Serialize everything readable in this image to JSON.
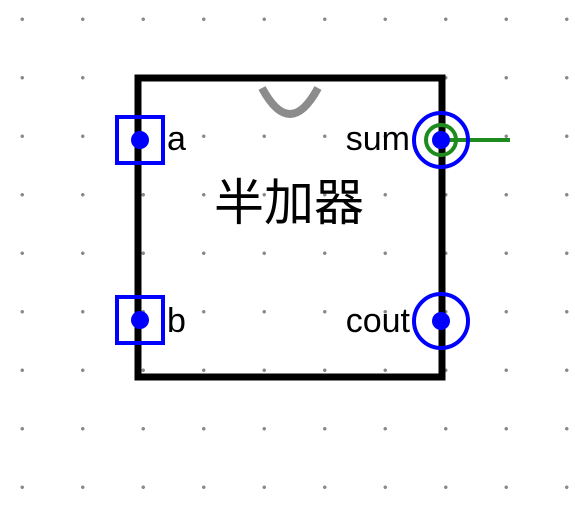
{
  "component": {
    "title": "半加器",
    "inputs": [
      {
        "label": "a",
        "icon": "input-pin-square-icon"
      },
      {
        "label": "b",
        "icon": "input-pin-square-icon"
      }
    ],
    "outputs": [
      {
        "label": "sum",
        "icon": "output-pin-circle-icon",
        "wired": true
      },
      {
        "label": "cout",
        "icon": "output-pin-circle-icon",
        "wired": false
      }
    ]
  },
  "colors": {
    "body_border": "#000000",
    "pin": "#0000ff",
    "wire": "#1e8b1e",
    "notch": "#8c8c8c",
    "grid_dot": "#8a8a8a"
  }
}
